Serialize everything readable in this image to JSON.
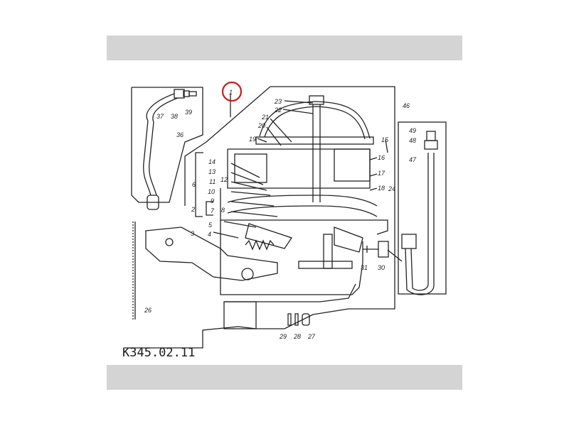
{
  "drawing": {
    "code": "К345.02.11",
    "highlight_color": "#c81e1e",
    "line_color": "#222222",
    "band_color": "#d4d4d4",
    "callouts": [
      "1",
      "2",
      "3",
      "4",
      "5",
      "6",
      "7",
      "8",
      "9",
      "10",
      "11",
      "12",
      "13",
      "14",
      "15",
      "16",
      "17",
      "18",
      "19",
      "20",
      "21",
      "22",
      "23",
      "24",
      "26",
      "27",
      "28",
      "29",
      "30",
      "31",
      "36",
      "37",
      "38",
      "39",
      "46",
      "47",
      "48",
      "49"
    ]
  }
}
